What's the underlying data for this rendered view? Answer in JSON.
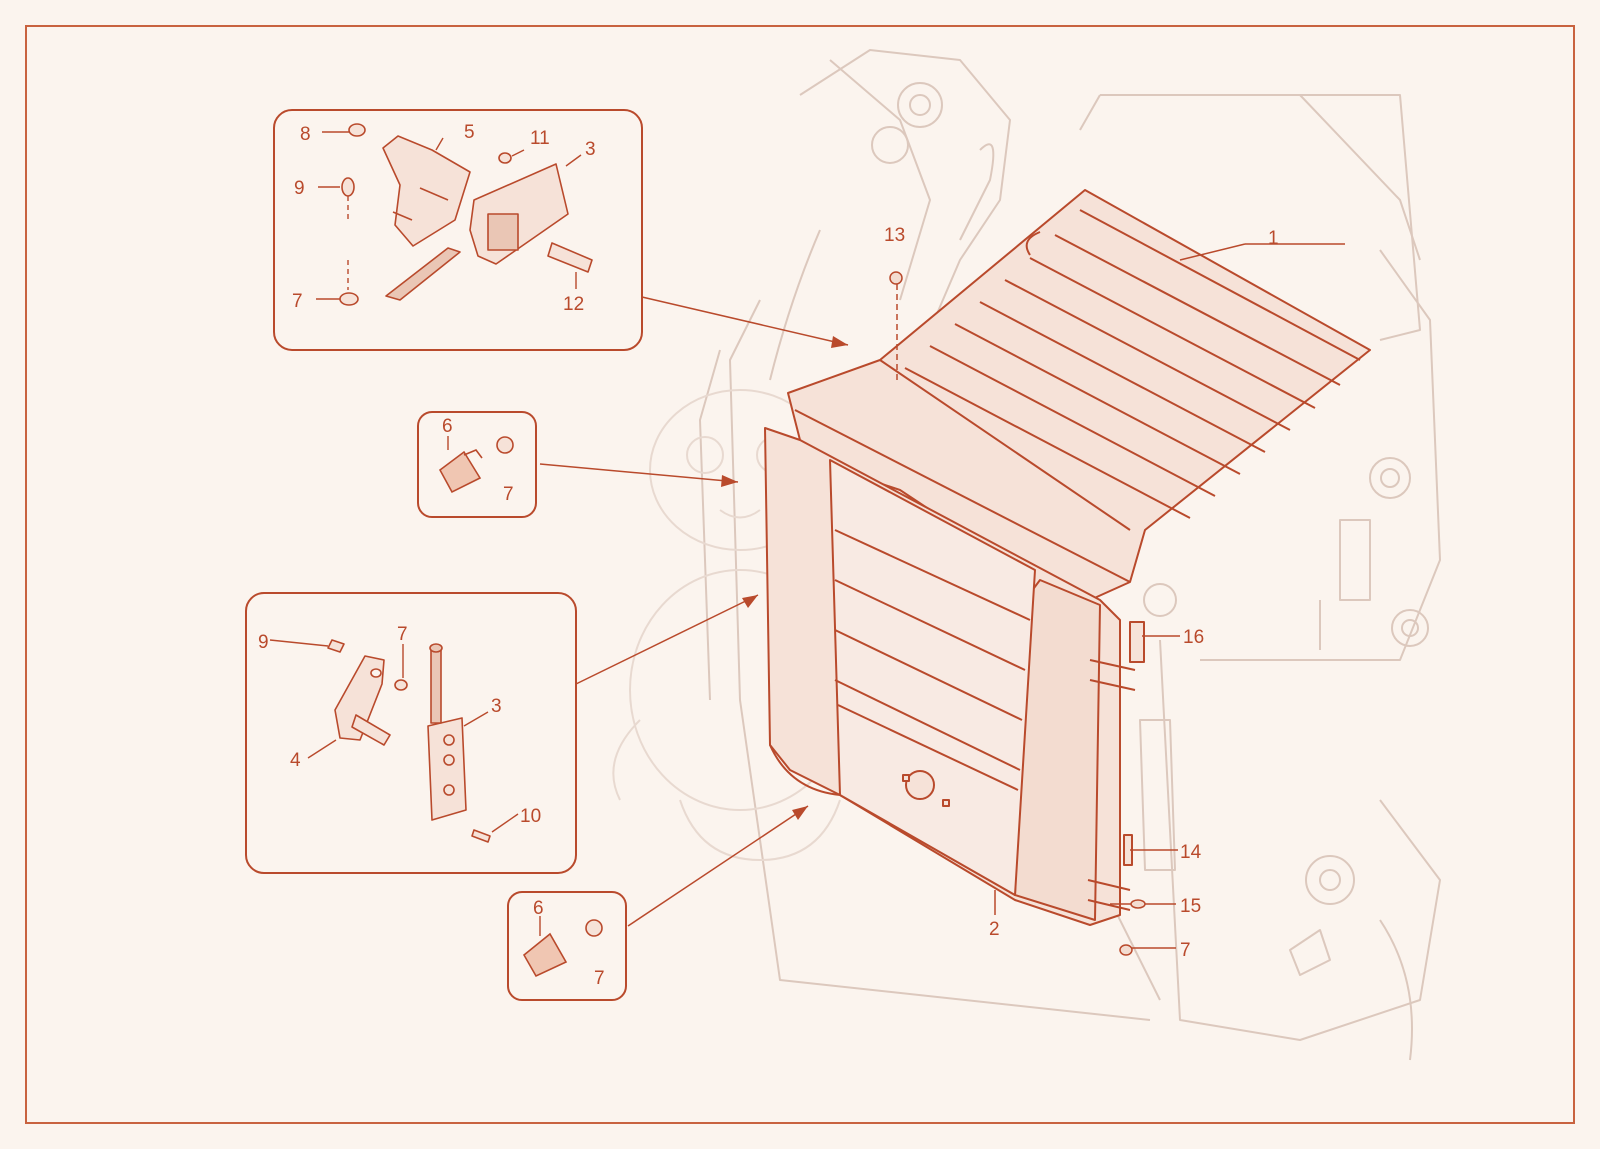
{
  "colors": {
    "accent": "#b94a2c",
    "ghost": "#d9c4b8",
    "fill": "#f6e2d8",
    "background": "#fbf4ee",
    "frame": "#c8623f"
  },
  "callouts": {
    "c1": "1",
    "c2": "2",
    "c13": "13",
    "c14": "14",
    "c15": "15",
    "c16": "16",
    "c7r": "7",
    "box1": {
      "c8": "8",
      "c5": "5",
      "c11": "11",
      "c3": "3",
      "c9": "9",
      "c7": "7",
      "c12": "12"
    },
    "box2": {
      "c6": "6",
      "c7": "7"
    },
    "box3": {
      "c9": "9",
      "c7": "7",
      "c3": "3",
      "c4": "4",
      "c10": "10"
    },
    "box4": {
      "c6": "6",
      "c7": "7"
    }
  }
}
